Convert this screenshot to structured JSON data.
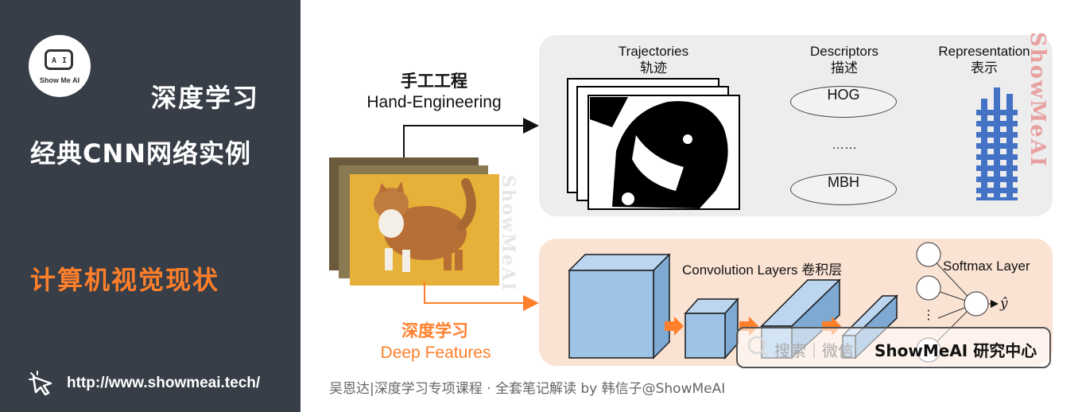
{
  "sidebar": {
    "logo_text": "Show Me AI",
    "subject": "深度学习",
    "lesson": "经典CNN网络实例",
    "topic": "计算机视觉现状",
    "url": "http://www.showmeai.tech/"
  },
  "diagram": {
    "hand_cn": "手工工程",
    "hand_en": "Hand-Engineering",
    "deep_cn": "深度学习",
    "deep_en": "Deep Features",
    "columns": [
      {
        "en": "Trajectories",
        "cn": "轨迹"
      },
      {
        "en": "Descriptors",
        "cn": "描述"
      },
      {
        "en": "Representation",
        "cn": "表示"
      }
    ],
    "descriptors": [
      "HOG",
      "……",
      "MBH"
    ],
    "conv_label": "Convolution Layers 卷积层",
    "softmax_label": "Softmax Layer",
    "output_symbol": "ŷ",
    "neuron_dots": "⋮"
  },
  "watermarks": {
    "search": "搜索｜微信",
    "brand": "ShowMeAI 研究中心",
    "vertical": "ShowMeAI"
  },
  "footer": "吴恩达|深度学习专项课程 · 全套笔记解读  by 韩信子@ShowMeAI",
  "colors": {
    "sidebar_bg": "#373e48",
    "accent": "#ff7f2a",
    "cube_blue": "#9dc3e6",
    "bar_blue": "#4472c4"
  }
}
